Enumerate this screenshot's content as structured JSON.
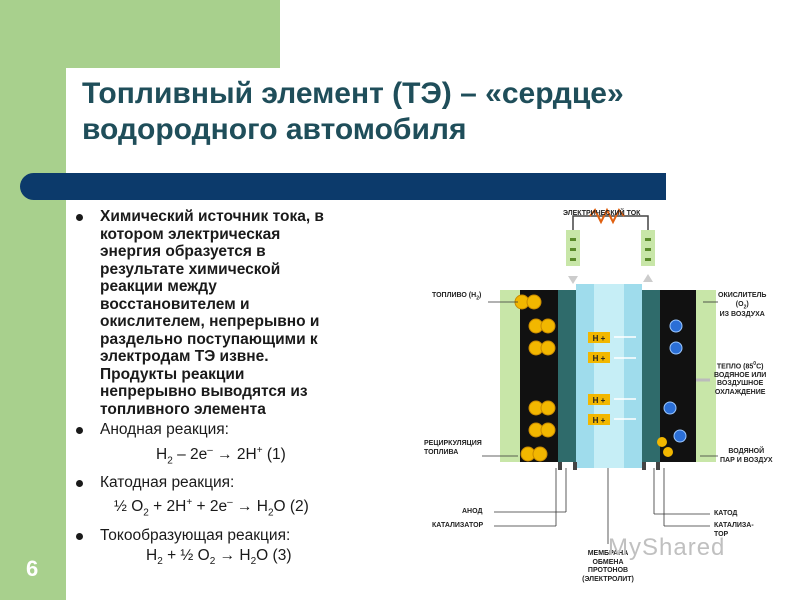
{
  "slide": {
    "title_line1": "Топливный элемент (ТЭ) – «сердце»",
    "title_line2": "водородного автомобиля",
    "page_number": "6",
    "colors": {
      "green": "#a8d08d",
      "navy": "#0c3a6b",
      "title": "#1f4e5a"
    }
  },
  "bullets": {
    "b1_lines": [
      "Химический источник тока, в",
      "котором электрическая",
      "энергия образуется в",
      "результате химической",
      "реакции между",
      "восстановителем и",
      "окислителем, непрерывно и",
      "раздельно поступающими к",
      "электродам ТЭ извне.",
      "Продукты реакции",
      "непрерывно выводятся из",
      "топливного элемента"
    ],
    "b2": "Анодная реакция:",
    "eq2": {
      "a": "H",
      "a_sub": "2",
      "b": " – 2e",
      "b_sup": "–",
      "c": " → 2H",
      "c_sup": "+",
      "d": " (1)"
    },
    "b3": "Катодная реакция:",
    "eq3": {
      "a": "½ O",
      "a_sub": "2",
      "b": " + 2H",
      "b_sup": "+",
      "c": " + 2e",
      "c_sup": "–",
      "d": " → H",
      "d_sub": "2",
      "e": "O (2)"
    },
    "b4": "Токообразующая реакция:",
    "eq4": {
      "a": "H",
      "a_sub": "2",
      "b": " + ½ O",
      "b_sub": "2",
      "c": " → H",
      "c_sub": "2",
      "d": "O (3)"
    }
  },
  "diagram": {
    "electric_current": "ЭЛЕКТРИЧЕСКИЙ ТОК",
    "fuel_label": "ТОПЛИВО (Н",
    "fuel_sub": "2",
    "fuel_end": ")",
    "oxidizer_line1": "ОКИСЛИТЕЛЬ",
    "oxidizer_line2": "(О",
    "oxidizer_sub": "2",
    "oxidizer_end": ")",
    "oxidizer_line3": "ИЗ ВОЗДУХА",
    "heat_line1": "ТЕПЛО (85",
    "heat_sup": "0",
    "heat_end": "С)",
    "heat_line2": "ВОДЯНОЕ ИЛИ",
    "heat_line3": "ВОЗДУШНОЕ",
    "heat_line4": "ОХЛАЖДЕНИЕ",
    "recirc_line1": "РЕЦИРКУЛЯЦИЯ",
    "recirc_line2": "ТОПЛИВА",
    "water_line1": "ВОДЯНОЙ",
    "water_line2": "ПАР И ВОЗДУХ",
    "anode": "АНОД",
    "catalyst": "КАТАЛИЗАТОР",
    "cathode": "КАТОД",
    "catalyst2_line1": "КАТАЛИЗА-",
    "catalyst2_line2": "ТОР",
    "membrane_line1": "МЕМБРАНА",
    "membrane_line2": "ОБМЕНА",
    "membrane_line3": "ПРОТОНОВ",
    "membrane_line4": "(ЭЛЕКТРОЛИТ)",
    "proton": "H +"
  },
  "watermark": "MyShared"
}
